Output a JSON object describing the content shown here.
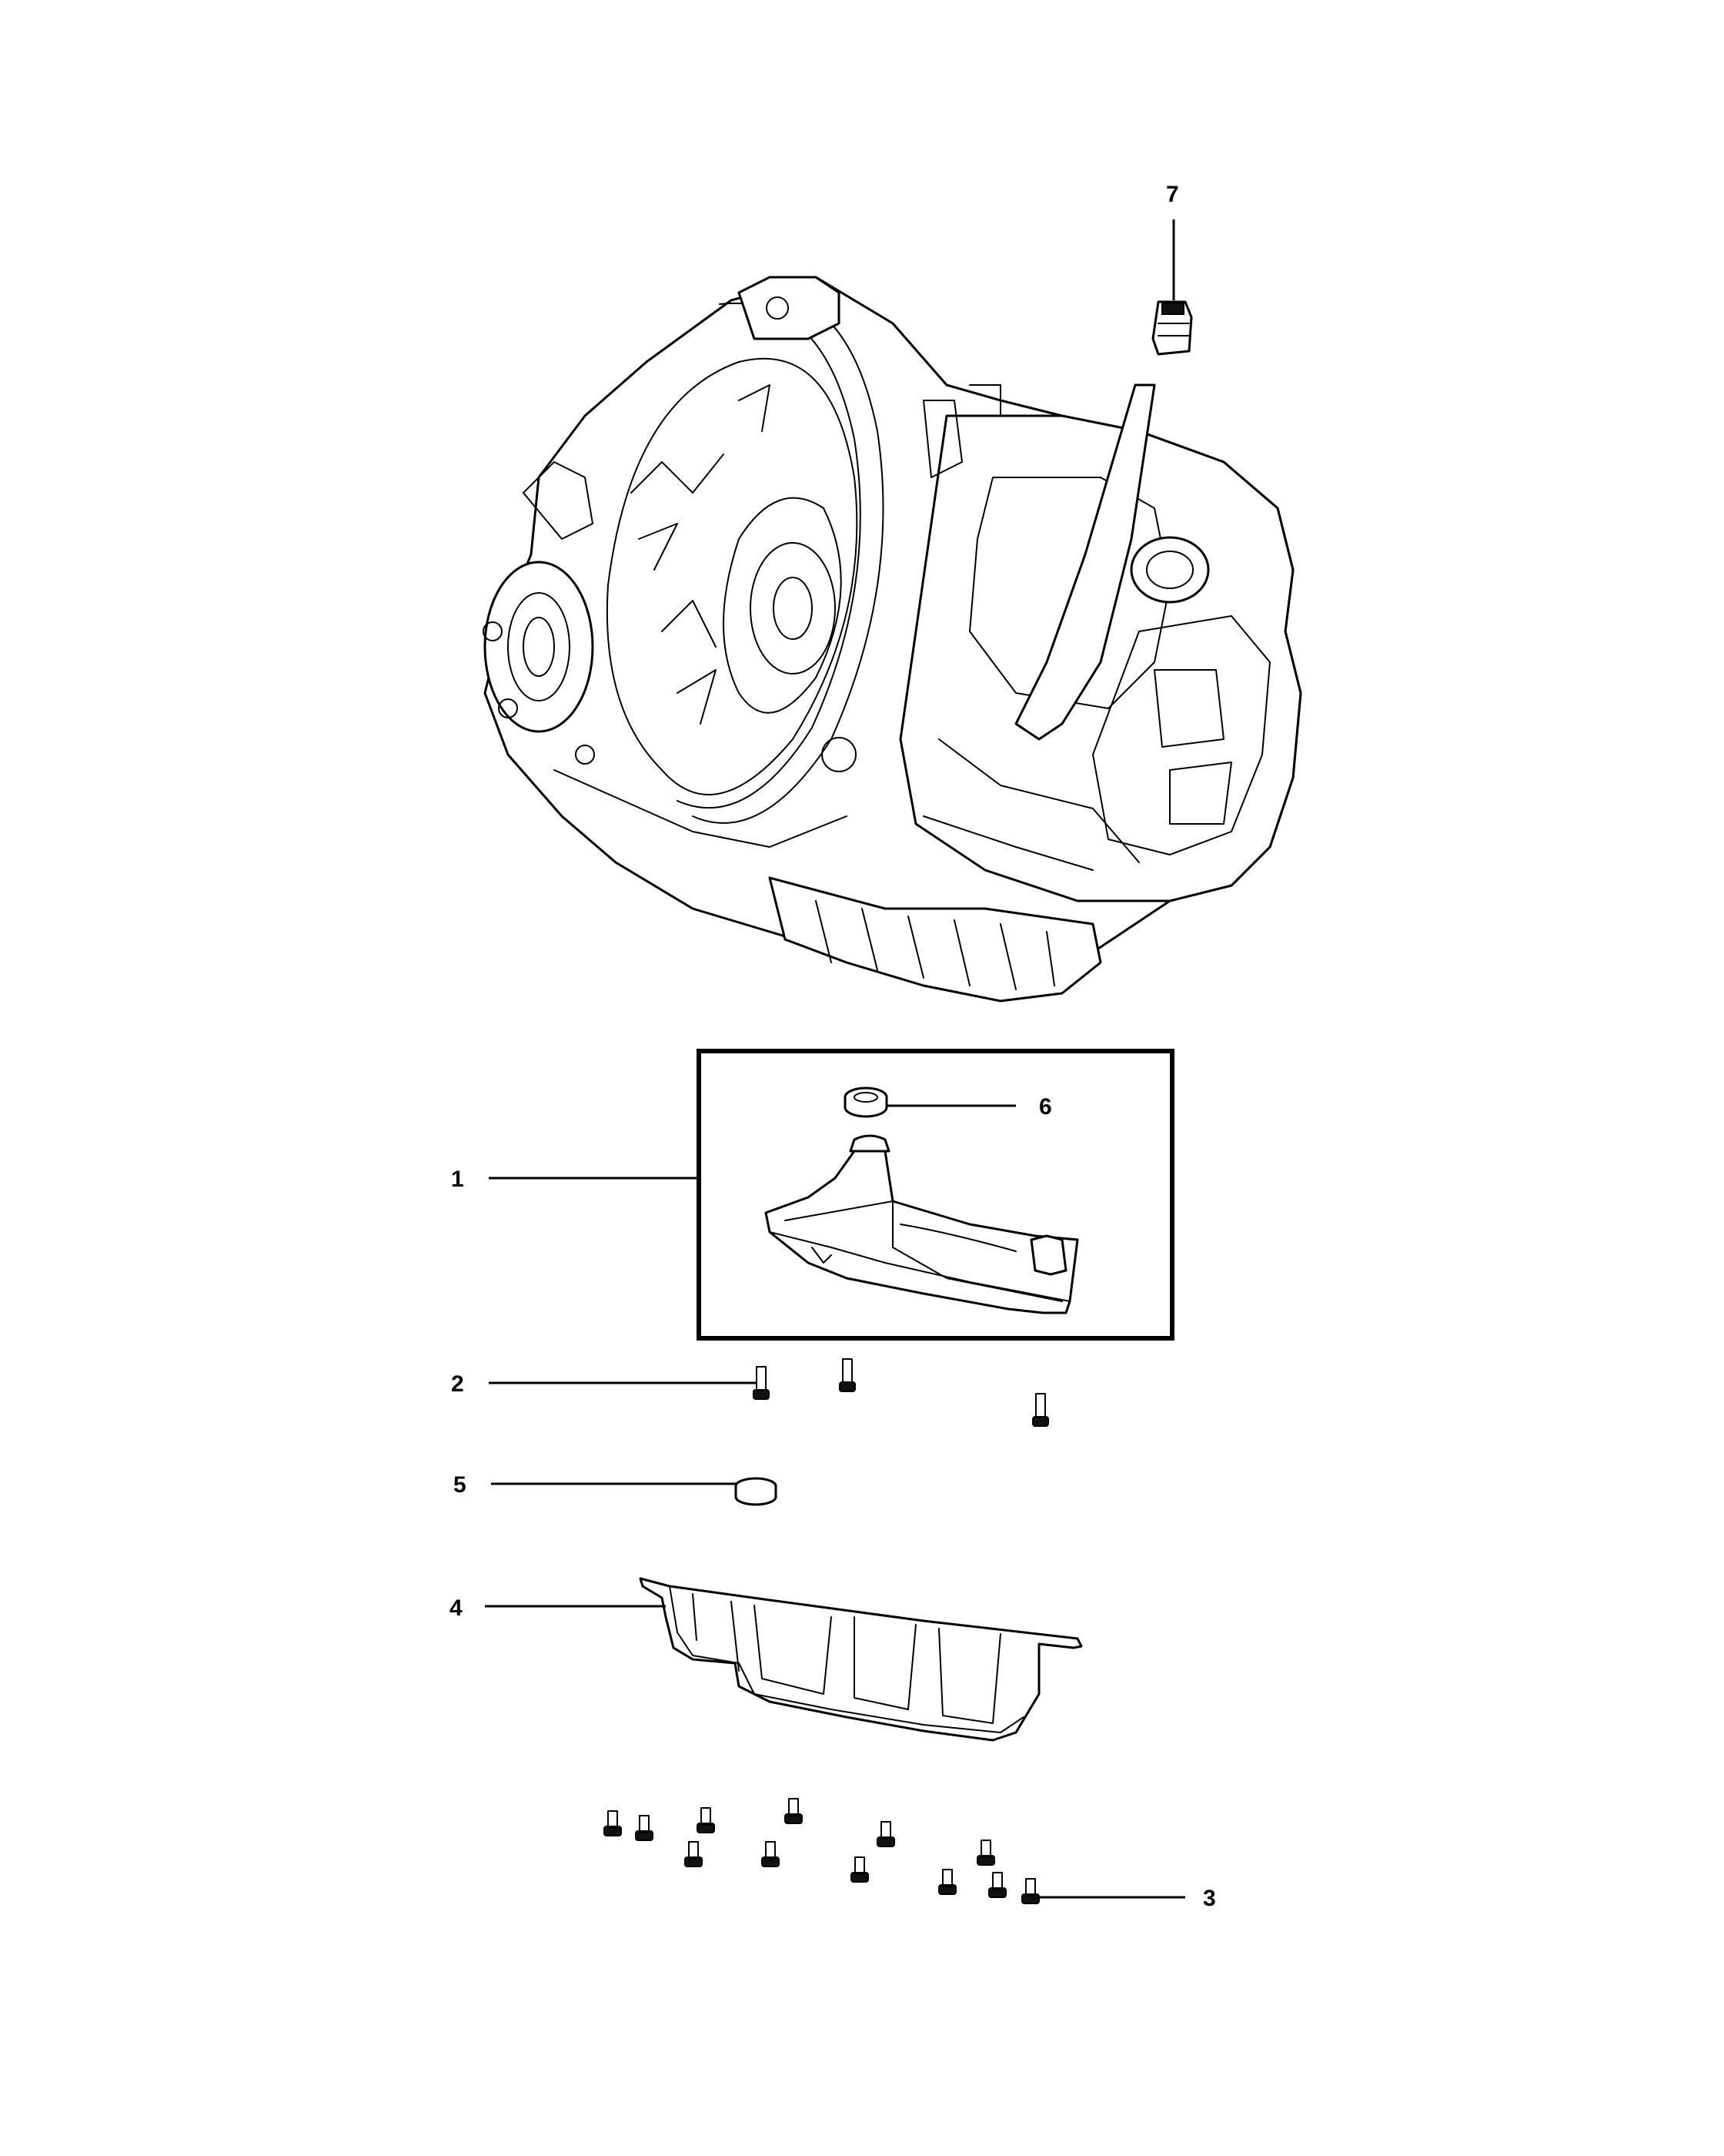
{
  "callouts": [
    {
      "id": "1",
      "label": "1"
    },
    {
      "id": "2",
      "label": "2"
    },
    {
      "id": "3",
      "label": "3"
    },
    {
      "id": "4",
      "label": "4"
    },
    {
      "id": "5",
      "label": "5"
    },
    {
      "id": "6",
      "label": "6"
    },
    {
      "id": "7",
      "label": "7"
    }
  ],
  "colors": {
    "line": "#000000",
    "background": "#ffffff"
  },
  "icons": {
    "transmission": "transmission-assembly-icon",
    "filter": "oil-filter-icon",
    "pan": "oil-pan-icon",
    "bolt": "bolt-icon",
    "seal": "seal-icon",
    "magnet": "magnet-icon",
    "cap": "dipstick-cap-icon"
  }
}
